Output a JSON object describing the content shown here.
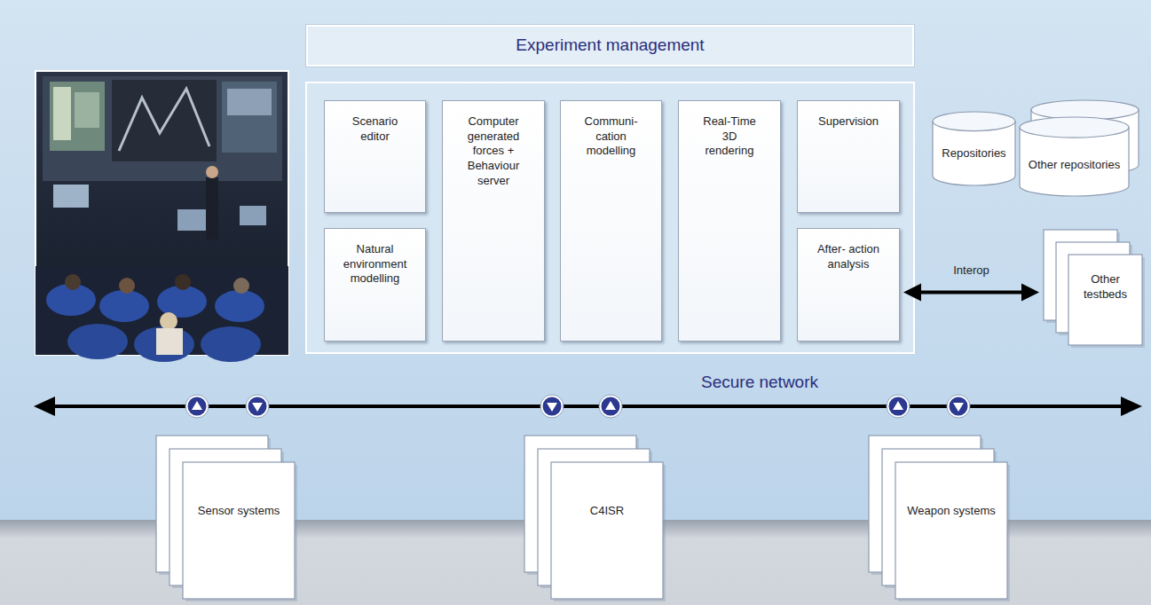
{
  "diagram": {
    "nodes": [
      {
        "text": [
          "Experiment management"
        ]
      },
      {
        "text": [
          "Scenario editor"
        ]
      },
      {
        "text": [
          "Natural environment modelling"
        ]
      },
      {
        "text": [
          "Computer generated forces + Behaviour server"
        ]
      },
      {
        "text": [
          "Communi- cation modelling"
        ]
      },
      {
        "text": [
          "Real-Time 3D rendering"
        ]
      },
      {
        "text": [
          "Supervision"
        ]
      },
      {
        "text": [
          "After- action analysis"
        ]
      },
      {
        "text": [
          "Repositories"
        ]
      },
      {
        "text": [
          "Other repositories"
        ]
      },
      {
        "text": [
          "Other testbeds"
        ]
      },
      {
        "text": [
          "Sensor systems"
        ]
      },
      {
        "text": [
          "C4ISR"
        ]
      },
      {
        "text": [
          "Weapon systems"
        ]
      }
    ],
    "edges": [
      {
        "from": 7,
        "to": 10,
        "label": "Interop",
        "arrow": "both"
      }
    ],
    "labels": [
      "Secure network"
    ]
  }
}
